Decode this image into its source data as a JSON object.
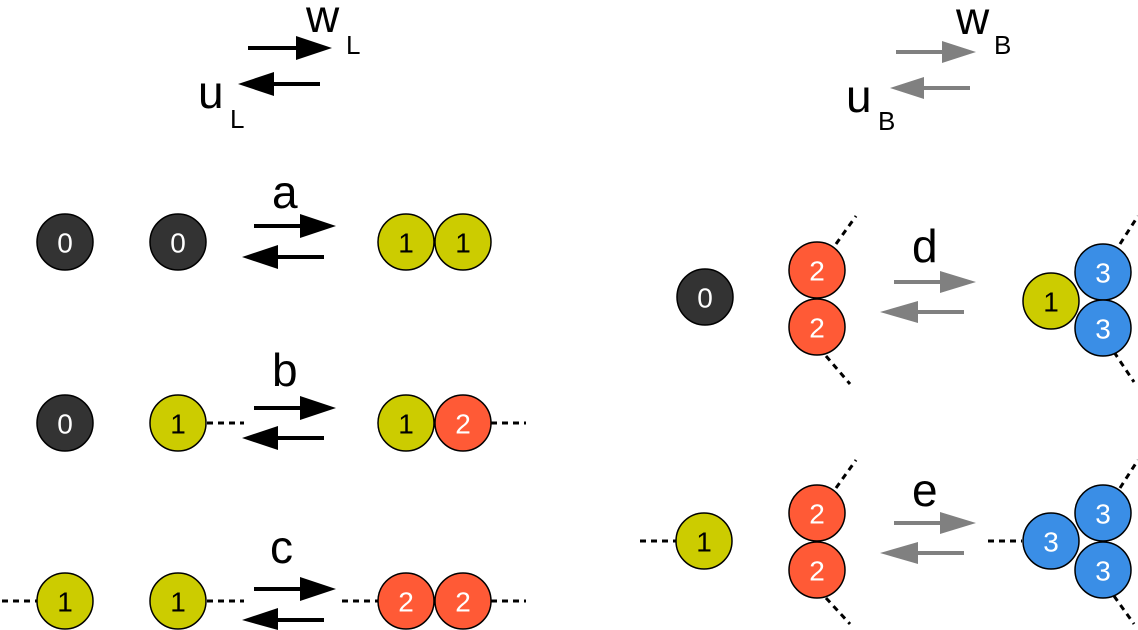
{
  "legend": {
    "left": {
      "forward": "w",
      "forward_sub": "L",
      "backward": "u",
      "backward_sub": "L",
      "color": "#000000"
    },
    "right": {
      "forward": "w",
      "forward_sub": "B",
      "backward": "u",
      "backward_sub": "B",
      "color": "#808080"
    }
  },
  "reactions": {
    "a": {
      "label": "a"
    },
    "b": {
      "label": "b"
    },
    "c": {
      "label": "c"
    },
    "d": {
      "label": "d"
    },
    "e": {
      "label": "e"
    }
  },
  "node_colors": {
    "0": "#333333",
    "1": "#cccc00",
    "2": "#ff5a36",
    "3": "#3a8ee6"
  },
  "node_text_colors": {
    "0": "#ffffff",
    "1": "#000000",
    "2": "#ffffff",
    "3": "#ffffff"
  },
  "nodes": {
    "a_l1": "0",
    "a_l2": "0",
    "a_r1": "1",
    "a_r2": "1",
    "b_l1": "0",
    "b_l2": "1",
    "b_r1": "1",
    "b_r2": "2",
    "c_l1": "1",
    "c_l2": "1",
    "c_r1": "2",
    "c_r2": "2",
    "d_l1": "0",
    "d_l2": "2",
    "d_l3": "2",
    "d_r1": "1",
    "d_r2": "3",
    "d_r3": "3",
    "e_l1": "1",
    "e_l2": "2",
    "e_l3": "2",
    "e_r1": "3",
    "e_r2": "3",
    "e_r3": "3"
  }
}
